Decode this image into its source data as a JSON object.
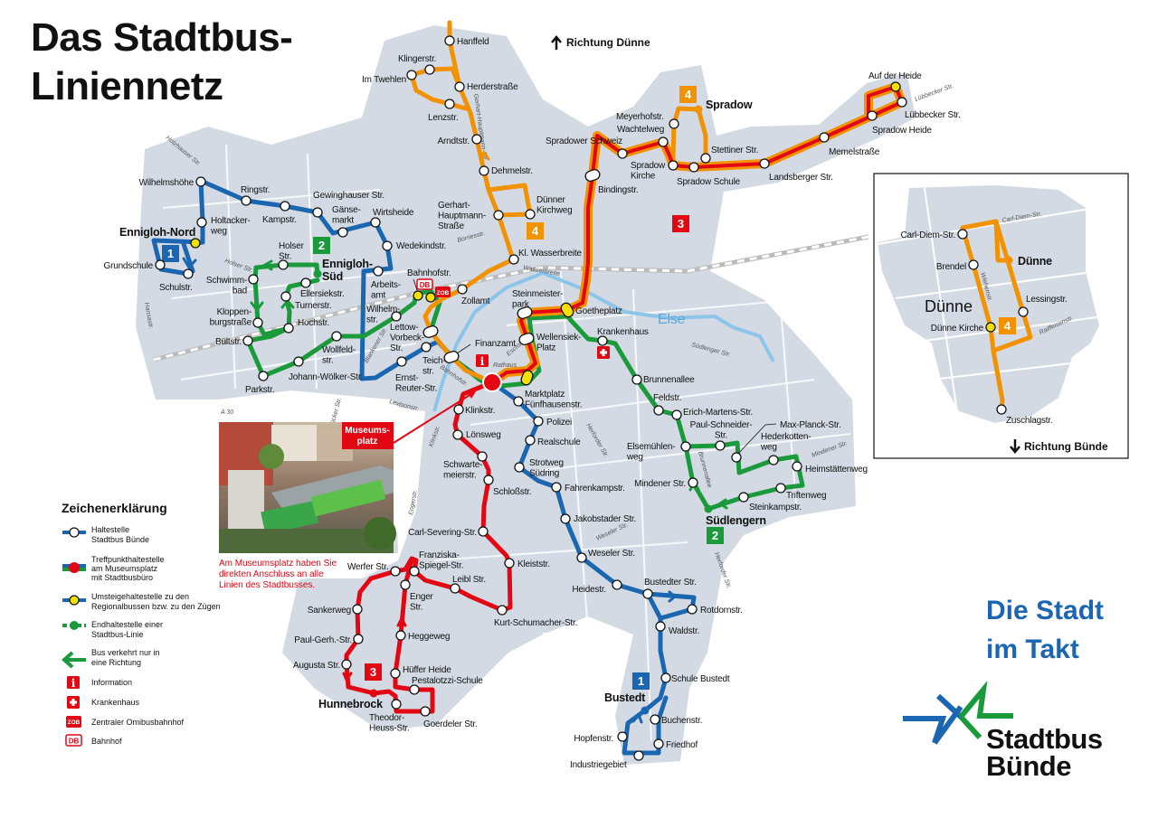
{
  "title": [
    "Das Stadtbus-",
    "Liniennetz"
  ],
  "direction_north": "Richtung Dünne",
  "direction_south": "Richtung Bünde",
  "colors": {
    "line1": "#1a66b0",
    "line2": "#1a9a3a",
    "line3": "#e30613",
    "line4": "#f39200",
    "map": "#d3dae3",
    "river": "#8cc4ea",
    "stop_transfer": "#f5e100"
  },
  "lines": [
    {
      "number": "1",
      "color": "#1a66b0"
    },
    {
      "number": "2",
      "color": "#1a9a3a"
    },
    {
      "number": "3",
      "color": "#e30613"
    },
    {
      "number": "4",
      "color": "#f39200"
    }
  ],
  "stops": [
    "Grundschule",
    "Schulstr.",
    "Holtacker-\nweg",
    "Wilhelmshöhe",
    "Ringstr.",
    "Kampstr.",
    "Gewinghauser Str.",
    "Gänse-\nmarkt",
    "Wirtsheide",
    "Wedekindstr.",
    "Arbeits-\namt",
    "Ennigloh-Nord",
    "Holser\nStr.",
    "Ennigloh-\nSüd",
    "Schwimm-\nbad",
    "Ellersiekstr.",
    "Turnerstr.",
    "Kloppen-\nburgstraße",
    "Hochstr.",
    "Bültstr.",
    "Parkstr.",
    "Johann-Wölker-Str.",
    "Wollfeld-\nstr.",
    "Wilhelm-\nstr.",
    "Bahnhofstr.",
    "Lettow-\nVorbeck-\nStr.",
    "Teich-\nstr.",
    "Ernst-\nReuter-Str.",
    "Finanzamt",
    "Zollamt",
    "Kl. Wasserbreite",
    "Steinmeister-\npark",
    "Goetheplatz",
    "Wellensiek-\nPlatz",
    "Krankenhaus",
    "Marktplatz\nFünfhausenstr.",
    "Polizei",
    "Realschule",
    "Strotweg\nSüdring",
    "Fahrenkampstr.",
    "Jakobstader Str.",
    "Weseler Str.",
    "Heidestr.",
    "Bustedter Str.",
    "Rotdornstr.",
    "Waldstr.",
    "Schule Bustedt",
    "Bustedt",
    "Buchenstr.",
    "Friedhof",
    "Industriegebiet",
    "Hopfenstr.",
    "Brunnenallee",
    "Feldstr.",
    "Erich-Martens-Str.",
    "Elsemühlen-\nweg",
    "Paul-Schneider-\nStr.",
    "Max-Planck-Str.",
    "Hederkotten-\nweg",
    "Heimstättenweg",
    "Triftenweg",
    "Steinkampstr.",
    "Mindener Str.",
    "Südlengern",
    "Klinkstr.",
    "Lönsweg",
    "Schwarte-\nmeierstr.",
    "Schloßstr.",
    "Carl-Severing-Str.",
    "Kleiststr.",
    "Kurt-Schumacher-Str.",
    "Leibl Str.",
    "Franziska-\nSpiegel-Str.",
    "Werfer Str.",
    "Enger\nStr.",
    "Sankerweg",
    "Paul-Gerh.-Str.",
    "Augusta Str.",
    "Hunnebrock",
    "Theodor-\nHeuss-Str.",
    "Goerdeler Str.",
    "Pestalotzzi-Schule",
    "Hüffer Heide",
    "Heggeweg",
    "Hanffeld",
    "Klingerstr.",
    "Im Twehlen",
    "Herderstraße",
    "Lenzstr.",
    "Arndtstr.",
    "Dehmelstr.",
    "Gerhart-\nHauptmann-\nStraße",
    "Dünner\nKirchweg",
    "Bindingstr.",
    "Spradower Schweiz",
    "Wachtelweg",
    "Meyerhofstr.",
    "Spradow",
    "Stettiner Str.",
    "Spradow\nKirche",
    "Spradow Schule",
    "Landsberger Str.",
    "Memelstraße",
    "Spradow Heide",
    "Lübbecker Str.",
    "Auf der Heide"
  ],
  "streets": [
    "Holzhauser Str.",
    "Holser Str.",
    "Hansastr.",
    "Borriesstr.",
    "Wasserbreite",
    "Gerhart-Hauptmann-Str.",
    "Blankener Str.",
    "Bahnhofstr.",
    "Rathaus",
    "Eschstr.",
    "Levisonstr.",
    "Südlenger Str.",
    "Herforder Str.",
    "Weseler Str.",
    "Klinkstr.",
    "Engerstr.",
    "Brunnenallee",
    "Mindener Str.",
    "Lübbecker Str.",
    "A 30",
    "Ornsbrücker Str.",
    "Herforder Str."
  ],
  "river": "Else",
  "photo": {
    "label": [
      "Museums-",
      "platz"
    ],
    "caption": [
      "Am Museumsplatz haben Sie",
      "direkten Anschluss an alle",
      "Linien des Stadtbusses."
    ]
  },
  "icons": {
    "zob": "ZOB",
    "db": "DB",
    "info": "i"
  },
  "legend": {
    "heading": "Zeichenerklärung",
    "items": [
      [
        "Haltestelle",
        "Stadtbus Bünde"
      ],
      [
        "Treffpunkthaltestelle",
        "am Museumsplatz",
        "mit Stadtbusbüro"
      ],
      [
        "Umsteigehaltestelle zu den",
        "Regionalbussen bzw. zu den Zügen"
      ],
      [
        "Endhaltestelle einer",
        "Stadtbus-Linie"
      ],
      [
        "Bus verkehrt nur in",
        "eine Richtung"
      ],
      [
        "Information"
      ],
      [
        "Krankenhaus"
      ],
      [
        "Zentraler Omibusbahnhof"
      ],
      [
        "Bahnhof"
      ]
    ]
  },
  "inset": {
    "town": "Dünne",
    "stops": [
      "Carl-Diem-Str.",
      "Brendel",
      "Dünne",
      "Lessingstr.",
      "Dünne Kirche",
      "Zuschlagstr."
    ],
    "streets": [
      "Carl-Diem-Str.",
      "Wiehenstr.",
      "Raiffeisenstr."
    ]
  },
  "slogan": [
    "Die Stadt",
    "im Takt"
  ],
  "logo": [
    "Stadtbus",
    "Bünde"
  ]
}
